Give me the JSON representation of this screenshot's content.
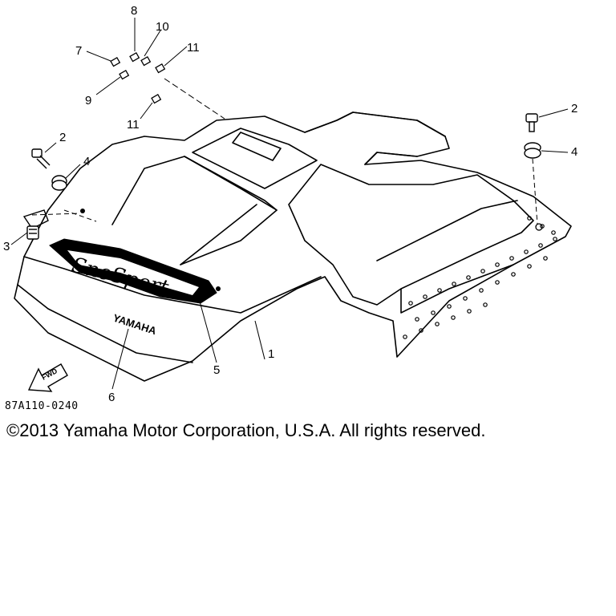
{
  "diagram": {
    "callouts": [
      "1",
      "2",
      "2",
      "3",
      "4",
      "4",
      "5",
      "6",
      "7",
      "8",
      "9",
      "10",
      "11",
      "11"
    ],
    "logo_text": "SnoSport",
    "brand_text": "YAMAHA",
    "direction_text": "FWD",
    "reference_code": "87A110-0240"
  },
  "footer": {
    "copyright": "©2013 Yamaha Motor Corporation, U.S.A. All rights reserved."
  }
}
